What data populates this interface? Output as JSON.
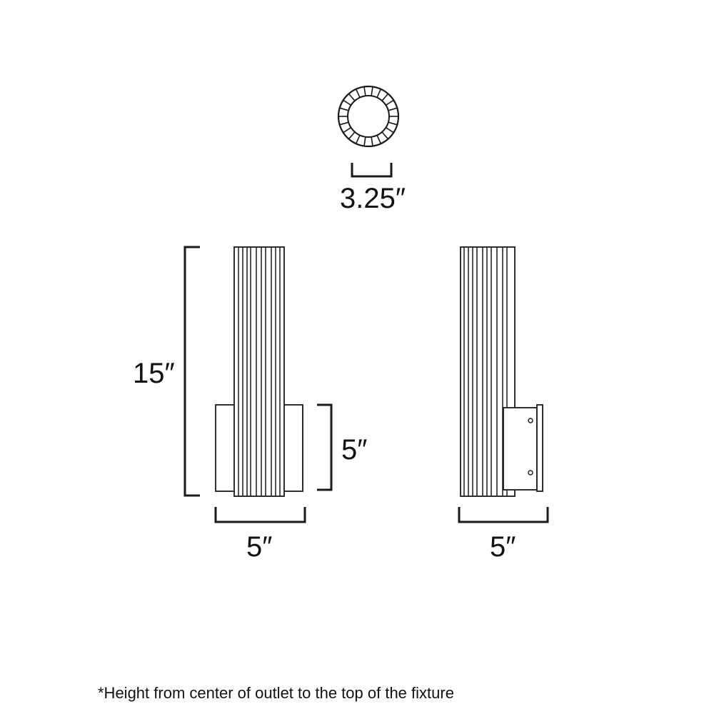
{
  "dimensions": {
    "top_diameter": "3.25″",
    "overall_height": "15″",
    "backplate_height": "5″",
    "front_width": "5″",
    "side_depth": "5″"
  },
  "footnote": "*Height from center of outlet to the top of the fixture",
  "colors": {
    "line": "#1a1a1a",
    "background": "#ffffff"
  }
}
